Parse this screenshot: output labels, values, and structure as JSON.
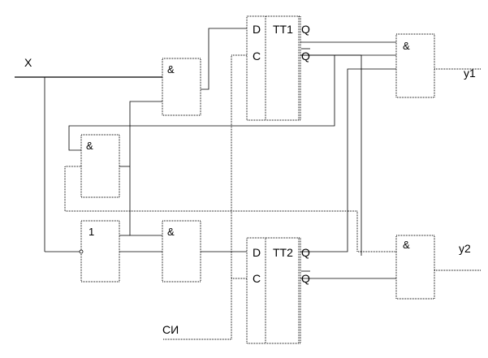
{
  "signals": {
    "x": "X",
    "si": "СИ",
    "y1": "y1",
    "y2": "y2"
  },
  "gates": {
    "and_top": "&",
    "and_mid_left": "&",
    "or_bottom": "1",
    "and_bottom": "&",
    "and_out1": "&",
    "and_out2": "&"
  },
  "flipflops": {
    "tt1": {
      "name": "TT1",
      "d": "D",
      "c": "C",
      "q": "Q",
      "qbar": "Q"
    },
    "tt2": {
      "name": "TT2",
      "d": "D",
      "c": "C",
      "q": "Q",
      "qbar": "Q"
    }
  }
}
